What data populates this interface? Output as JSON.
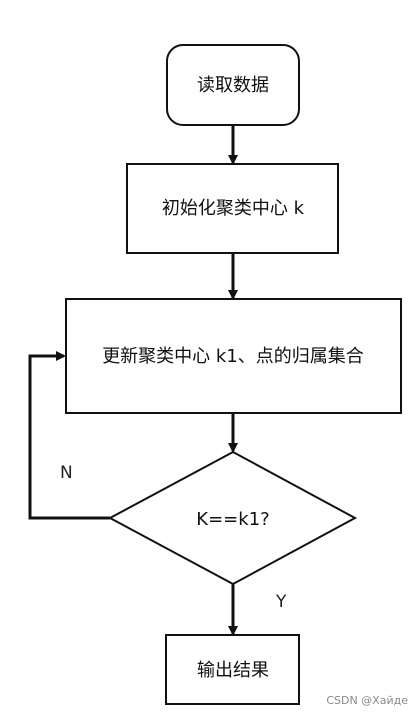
{
  "nodes": {
    "start": {
      "label": "读取数据"
    },
    "init": {
      "label": "初始化聚类中心 k"
    },
    "update": {
      "label": "更新聚类中心 k1、点的归属集合"
    },
    "decision": {
      "label": "K==k1?"
    },
    "output": {
      "label": "输出结果"
    }
  },
  "edges": {
    "no_label": "N",
    "yes_label": "Y"
  },
  "watermark": "CSDN @Хайде",
  "colors": {
    "stroke": "#111111",
    "background": "#ffffff"
  }
}
